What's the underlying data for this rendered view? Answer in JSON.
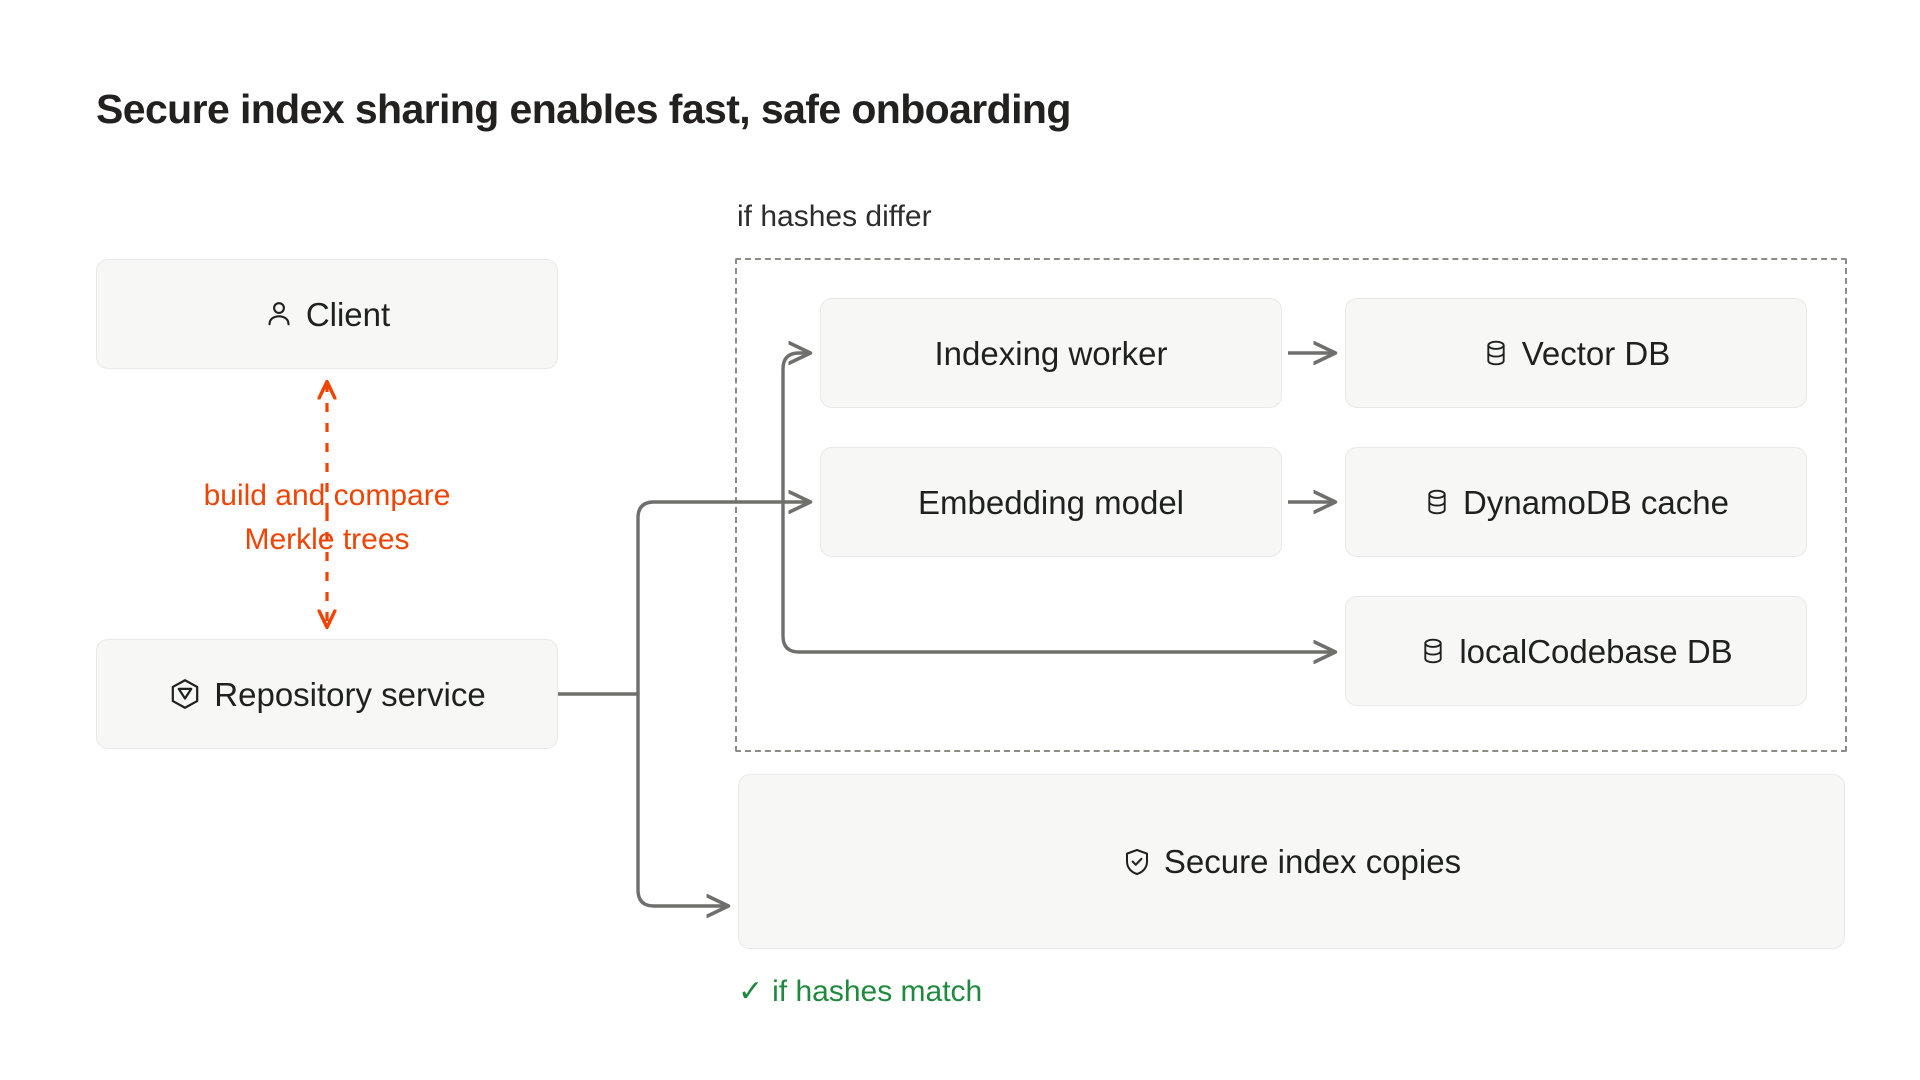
{
  "page": {
    "title": "Secure index sharing enables fast, safe onboarding",
    "background": "#ffffff"
  },
  "colors": {
    "text": "#1f2120",
    "node_fill": "#f7f7f5",
    "node_border": "#e9e9e6",
    "wire": "#6f706c",
    "dashed_group_border": "#8c8c87",
    "accent_orange": "#f04405",
    "accent_green": "#1f8a3d"
  },
  "nodes": {
    "client": {
      "label": "Client",
      "icon": "user-icon"
    },
    "repository": {
      "label": "Repository service",
      "icon": "package-cube-icon"
    },
    "indexing_worker": {
      "label": "Indexing worker",
      "icon": null
    },
    "vector_db": {
      "label": "Vector DB",
      "icon": "database-icon"
    },
    "embedding_model": {
      "label": "Embedding model",
      "icon": null
    },
    "dynamodb_cache": {
      "label": "DynamoDB cache",
      "icon": "database-icon"
    },
    "localcodebase_db": {
      "label": "localCodebase DB",
      "icon": "database-icon"
    },
    "secure_index_copies": {
      "label": "Secure index copies",
      "icon": "shield-check-icon"
    }
  },
  "groups": {
    "hashes_differ": {
      "label": "if hashes differ",
      "style": "dashed"
    }
  },
  "edge_labels": {
    "merkle_line1": "build and compare",
    "merkle_line2": "Merkle trees",
    "hashes_match": "if hashes match",
    "hashes_match_check": "✓"
  }
}
